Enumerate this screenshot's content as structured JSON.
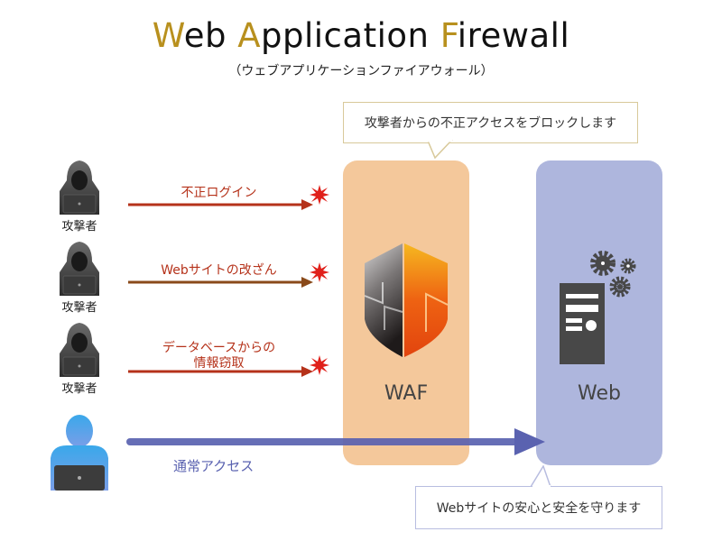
{
  "header": {
    "title_parts": [
      {
        "text": "W",
        "accent": true
      },
      {
        "text": "eb ",
        "accent": false
      },
      {
        "text": "A",
        "accent": true
      },
      {
        "text": "pplication ",
        "accent": false
      },
      {
        "text": "F",
        "accent": true
      },
      {
        "text": "irewall",
        "accent": false
      }
    ],
    "subtitle": "（ウェブアプリケーションファイアウォール）"
  },
  "callouts": {
    "waf": "攻撃者からの不正アクセスをブロックします",
    "web": "Webサイトの安心と安全を守ります"
  },
  "actors": {
    "attackers": [
      {
        "label": "攻撃者",
        "attack": [
          "不正ログイン"
        ]
      },
      {
        "label": "攻撃者",
        "attack": [
          "Webサイトの改ざん"
        ]
      },
      {
        "label": "攻撃者",
        "attack": [
          "データベースからの",
          "情報窃取"
        ]
      }
    ],
    "user": {
      "label": "通常アクセス"
    }
  },
  "panels": {
    "waf": {
      "label": "WAF",
      "icon": "shield-icon"
    },
    "web": {
      "label": "Web",
      "icon": "server-icon"
    }
  },
  "colors": {
    "accent": "#b8901e",
    "attack_arrow": "#b5321a",
    "normal_arrow": "#5a62b0",
    "waf_panel": "#f4c89b",
    "web_panel": "#aeb6dd",
    "blocked_burst": "#e0201a"
  }
}
